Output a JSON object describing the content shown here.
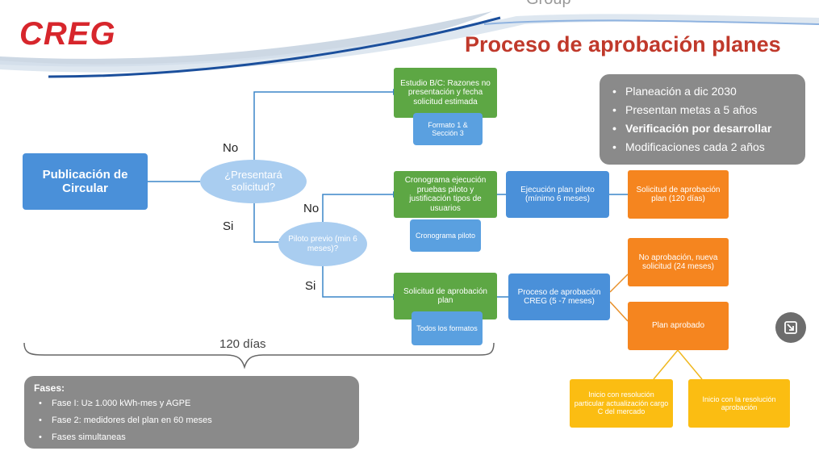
{
  "header": {
    "logo_text": "CREG",
    "top_partial_text": "Group",
    "title": "Proceso de aprobación planes"
  },
  "info_box": {
    "items": [
      "Planeación a dic 2030",
      "Presentan metas a 5 años",
      "Verificación por desarrollar",
      "Modificaciones cada 2 años"
    ]
  },
  "nodes": {
    "publicacion": "Publicación de Circular",
    "presentara": "¿Presentará solicitud?",
    "piloto_previo": "Piloto previo (min 6 meses)?",
    "estudio": "Estudio B/C: Razones no presentación y fecha solicitud estimada",
    "formato": "Formato 1 & Sección 3",
    "cronograma_ejec": "Cronograma ejecución pruebas piloto y justificación tipos de usuarios",
    "cronograma_piloto": "Cronograma piloto",
    "ejecucion": "Ejecución plan piloto (mínimo 6 meses)",
    "solicitud_120": "Solicitud de aprobación plan (120 días)",
    "solicitud_plan": "Solicitud de aprobación plan",
    "todos_formatos": "Todos los formatos",
    "proceso_creg": "Proceso de aprobación CREG (5 -7 meses)",
    "no_aprobacion": "No aprobación, nueva solicitud (24 meses)",
    "plan_aprobado": "Plan aprobado",
    "inicio_particular": "Inicio con resolución particular actualización cargo C del mercado",
    "inicio_resolucion": "Inicio con la resolución aprobación"
  },
  "labels": {
    "no1": "No",
    "si1": "Si",
    "no2": "No",
    "si2": "Si",
    "dias": "120 días"
  },
  "fases": {
    "title": "Fases:",
    "items": [
      "Fase I: U≥ 1.000 kWh-mes y AGPE",
      "Fase 2: medidores del plan en 60 meses",
      "Fases simultaneas"
    ]
  },
  "colors": {
    "title": "#c0392b",
    "logo": "#d7262c",
    "blue": "#4a90d9",
    "green": "#5da744",
    "orange": "#f5851f",
    "yellow": "#fbbd12",
    "gray": "#8a8a8a"
  },
  "icons": {
    "minimize": "exit-fullscreen-icon"
  }
}
